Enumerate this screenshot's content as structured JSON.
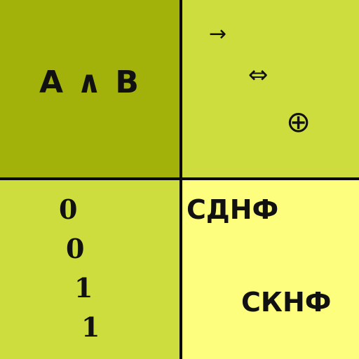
{
  "top_left": {
    "expression": "A ∧ B"
  },
  "top_right": {
    "symbols": [
      "→",
      "⇔",
      "⊕"
    ]
  },
  "bottom_left": {
    "digits": [
      "0",
      "0",
      "1",
      "1"
    ]
  },
  "bottom_right": {
    "forms": [
      "СДНФ",
      "СКНФ"
    ]
  },
  "colors": {
    "top_left_bg": "#a2b20a",
    "top_right_bg": "#cedd3e",
    "bottom_left_bg": "#cedd3e",
    "bottom_right_bg": "#fdfd7e",
    "divider": "#0a0a0a",
    "text": "#111111"
  }
}
